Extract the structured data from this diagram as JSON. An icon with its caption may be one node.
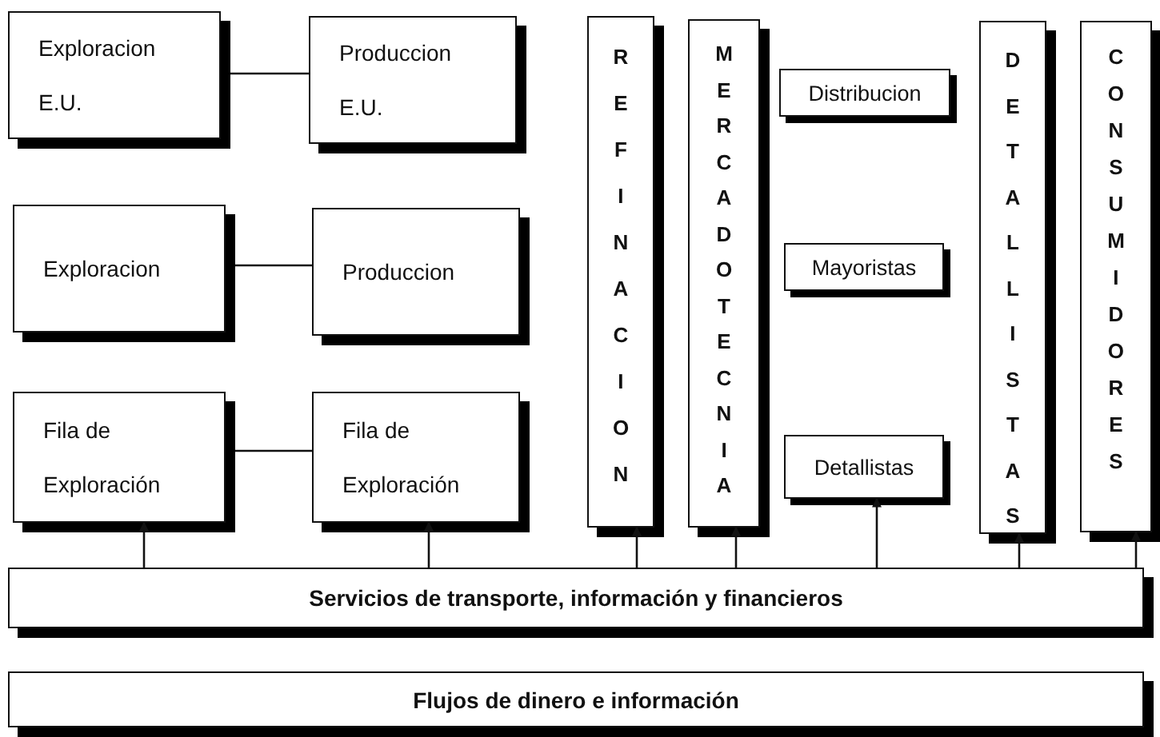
{
  "diagram": {
    "nodes": [
      {
        "text": [
          "Exploracion E.U."
        ]
      },
      {
        "text": [
          "Produccion E.U."
        ]
      },
      {
        "text": [
          "REFINACION"
        ]
      },
      {
        "text": [
          "MERCADOTECNIA"
        ]
      },
      {
        "text": [
          "Distribucion"
        ]
      },
      {
        "text": [
          "DETALLISTAS"
        ]
      },
      {
        "text": [
          "CONSUMIDORES"
        ]
      },
      {
        "text": [
          "Exploracion"
        ]
      },
      {
        "text": [
          "Produccion"
        ]
      },
      {
        "text": [
          "Mayoristas"
        ]
      },
      {
        "text": [
          "Fila de Exploración"
        ]
      },
      {
        "text": [
          "Fila de Exploración"
        ]
      },
      {
        "text": [
          "Detallistas"
        ]
      },
      {
        "text": [
          "Servicios de transporte, información y financieros"
        ]
      },
      {
        "text": [
          "Flujos de dinero e información"
        ]
      }
    ],
    "edges": [
      {
        "from": 0,
        "to": 1,
        "arrow": "none"
      },
      {
        "from": 7,
        "to": 8,
        "arrow": "none"
      },
      {
        "from": 10,
        "to": 11,
        "arrow": "none"
      },
      {
        "from": 13,
        "to": 10,
        "arrow": "to"
      },
      {
        "from": 13,
        "to": 11,
        "arrow": "to"
      },
      {
        "from": 13,
        "to": 2,
        "arrow": "to"
      },
      {
        "from": 13,
        "to": 3,
        "arrow": "to"
      },
      {
        "from": 13,
        "to": 12,
        "arrow": "to"
      },
      {
        "from": 13,
        "to": 5,
        "arrow": "to"
      },
      {
        "from": 13,
        "to": 6,
        "arrow": "to"
      }
    ]
  }
}
